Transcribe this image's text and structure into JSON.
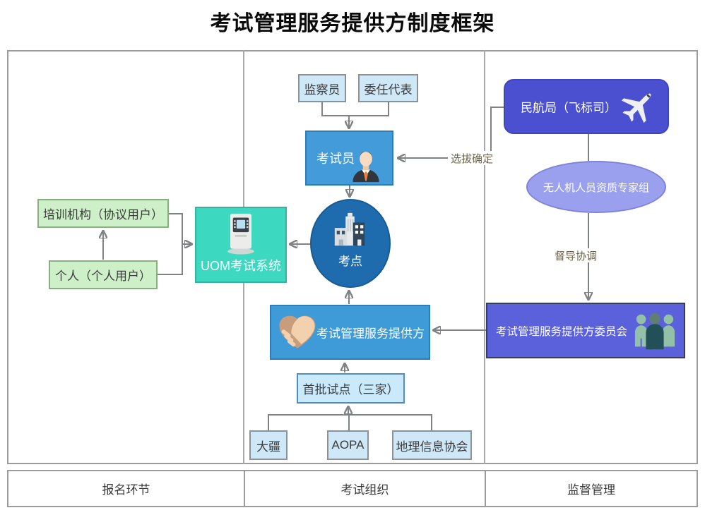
{
  "title": "考试管理服务提供方制度框架",
  "lanes": [
    {
      "label": "报名环节"
    },
    {
      "label": "考试组织"
    },
    {
      "label": "监督管理"
    }
  ],
  "nodes": {
    "training_org": {
      "label": "培训机构（协议用户）"
    },
    "individual": {
      "label": "个人（个人用户）"
    },
    "uom_system": {
      "label": "UOM考试系统"
    },
    "supervisor": {
      "label": "监察员"
    },
    "delegate": {
      "label": "委任代表"
    },
    "examiner": {
      "label": "考试员"
    },
    "exam_site": {
      "label": "考点"
    },
    "provider": {
      "label": "考试管理服务提供方"
    },
    "first_pilot": {
      "label": "首批试点（三家）"
    },
    "dji": {
      "label": "大疆"
    },
    "aopa": {
      "label": "AOPA"
    },
    "gis_assoc": {
      "label": "地理信息协会"
    },
    "caac": {
      "label": "民航局（飞标司）"
    },
    "expert_group": {
      "label": "无人机人员资质专家组"
    },
    "committee": {
      "label": "考试管理服务提供方委员会"
    }
  },
  "edge_labels": {
    "selection": "选拔确定",
    "supervision": "督导协调"
  },
  "icons": {
    "uom_system": "kiosk-terminal-icon",
    "examiner": "businessman-icon",
    "exam_site": "buildings-icon",
    "caac": "airplane-icon",
    "provider": "handshake-icon",
    "committee": "people-group-icon"
  },
  "colors": {
    "node_blue": "#449bd9",
    "circle_blue": "#1e6cae",
    "teal": "#3cd9c0",
    "green_fill": "#cdf0c8",
    "light_blue_fill": "#cfe8f7",
    "pilot_border": "#4e8fc0",
    "indigo": "#4a50d0",
    "lavender": "#9aa0ee",
    "committee_purple": "#5a61db",
    "line_gray": "#7f8285",
    "edge_label_text": "#6b6349"
  }
}
